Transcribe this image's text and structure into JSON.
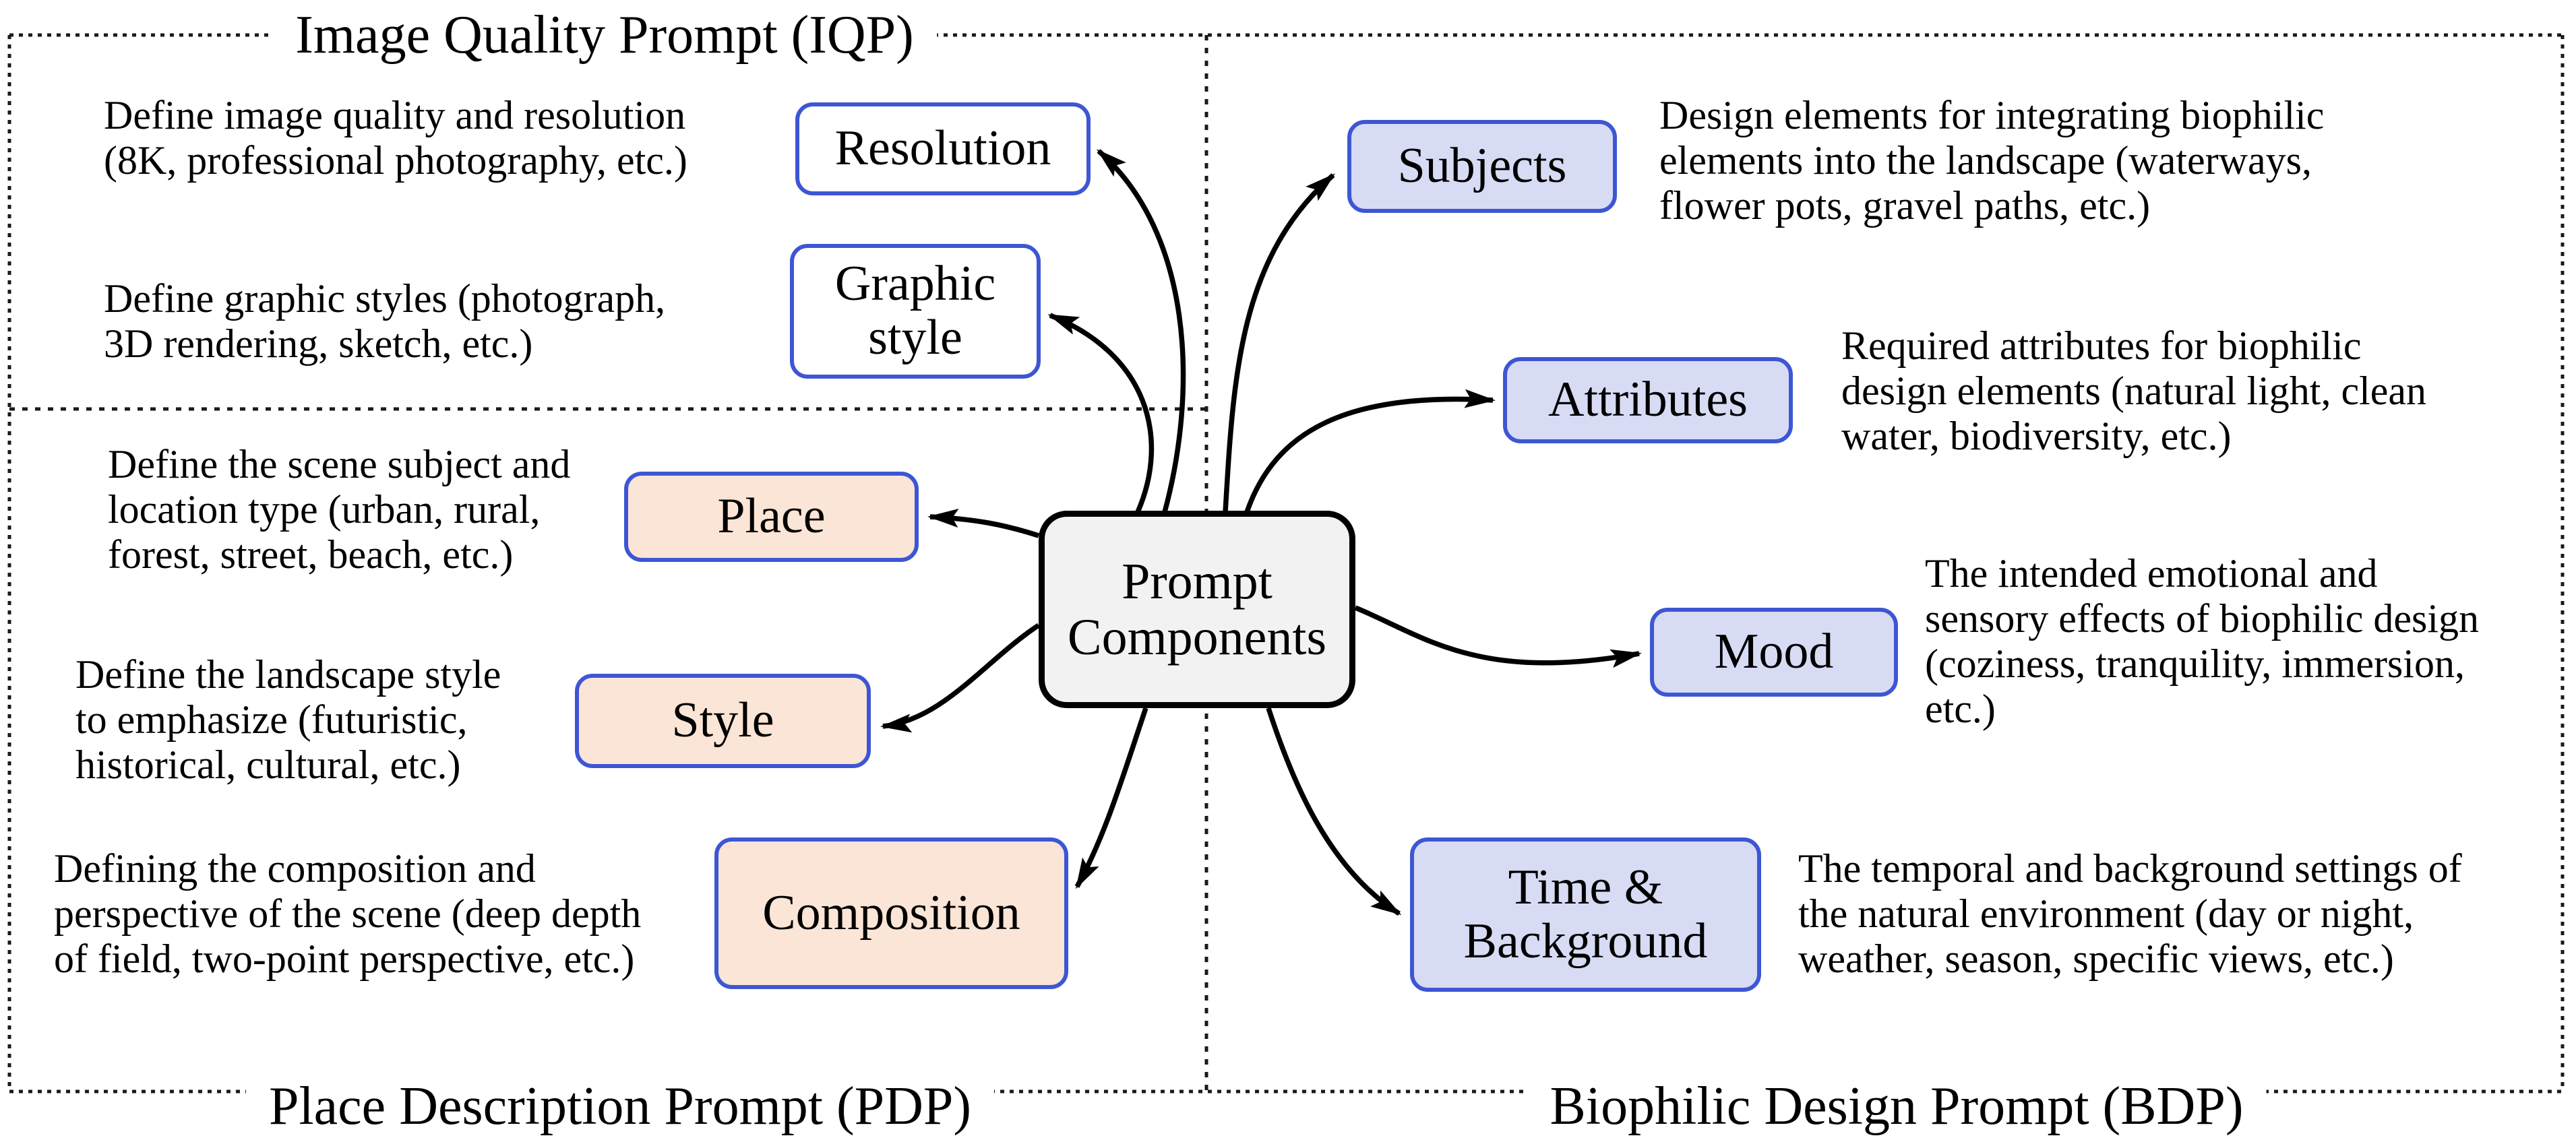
{
  "title": "Prompt components mind map",
  "sections": {
    "iqp": {
      "title": "Image Quality Prompt (IQP)"
    },
    "pdp": {
      "title": "Place Description Prompt (PDP)"
    },
    "bdp": {
      "title": "Biophilic Design Prompt (BDP)"
    }
  },
  "center": {
    "label": "Prompt\nComponents"
  },
  "nodes": {
    "resolution": {
      "label": "Resolution",
      "desc": "Define image quality and resolution\n(8K, professional photography, etc.)"
    },
    "graphic_style": {
      "label": "Graphic\nstyle",
      "desc": "Define graphic styles (photograph,\n3D rendering, sketch, etc.)"
    },
    "place": {
      "label": "Place",
      "desc": "Define the scene subject and\nlocation type (urban, rural,\nforest, street, beach, etc.)"
    },
    "style": {
      "label": "Style",
      "desc": "Define the landscape style\nto emphasize (futuristic,\nhistorical, cultural, etc.)"
    },
    "composition": {
      "label": "Composition",
      "desc": "Defining the composition and\nperspective of the scene (deep depth\nof field, two-point perspective, etc.)"
    },
    "subjects": {
      "label": "Subjects",
      "desc": "Design elements for integrating biophilic\nelements into the landscape (waterways,\nflower pots, gravel paths, etc.)"
    },
    "attributes": {
      "label": "Attributes",
      "desc": "Required attributes for biophilic\ndesign elements (natural light, clean\nwater, biodiversity, etc.)"
    },
    "mood": {
      "label": "Mood",
      "desc": "The intended emotional and\nsensory effects of biophilic design\n(coziness, tranquility, immersion,\netc.)"
    },
    "time_background": {
      "label": "Time &\nBackground",
      "desc": "The temporal and background settings of\nthe natural environment (day or night,\nweather, season, specific views, etc.)"
    }
  },
  "colors": {
    "accent_blue": "#3d56d3",
    "lavender_fill": "#d8dbf4",
    "peach_fill": "#fbe5d6",
    "center_fill": "#f2f2f2",
    "line_ink": "#000000"
  }
}
